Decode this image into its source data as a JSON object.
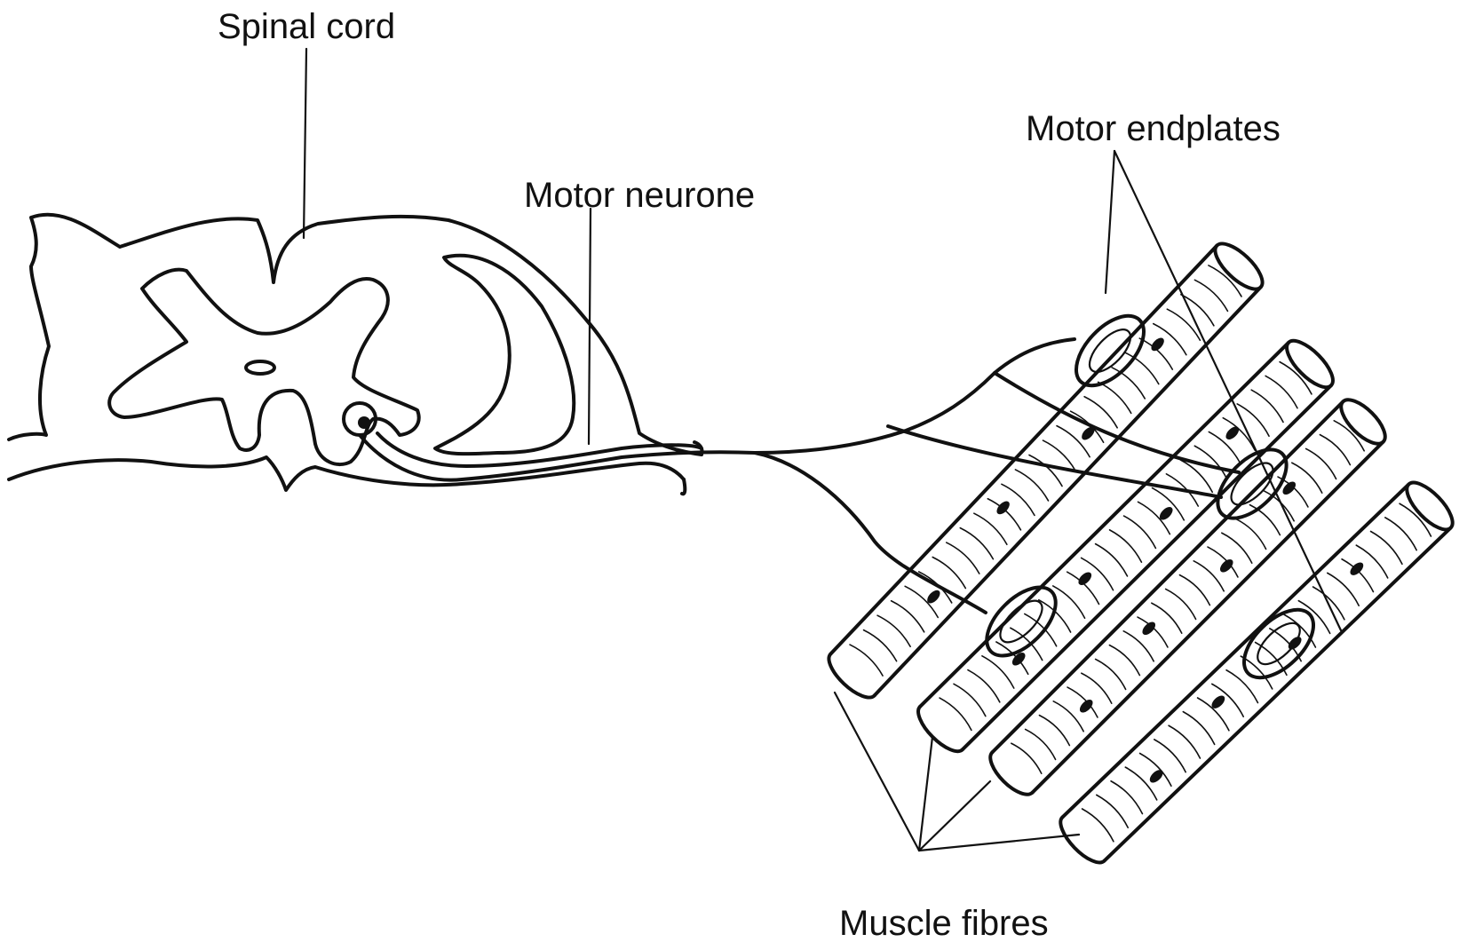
{
  "labels": {
    "spinal_cord": "Spinal cord",
    "motor_neurone": "Motor neurone",
    "motor_endplates": "Motor endplates",
    "muscle_fibres": "Muscle fibres"
  },
  "colors": {
    "ink": "#111111",
    "background": "#ffffff"
  }
}
